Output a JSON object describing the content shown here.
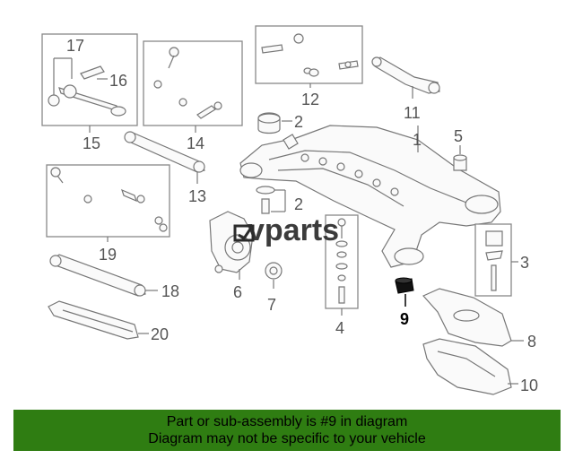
{
  "watermark": "vparts",
  "highlight_part": "9",
  "callouts": {
    "c1": "1",
    "c2a": "2",
    "c2b": "2",
    "c3": "3",
    "c4": "4",
    "c5": "5",
    "c6": "6",
    "c7": "7",
    "c8": "8",
    "c9": "9",
    "c10": "10",
    "c11": "11",
    "c12": "12",
    "c13": "13",
    "c14": "14",
    "c15": "15",
    "c16": "16",
    "c17": "17",
    "c18": "18",
    "c19": "19",
    "c20": "20"
  },
  "footer": {
    "line1": "Part or sub-assembly is #9 in diagram",
    "line2": "Diagram may not be specific to your vehicle"
  },
  "colors": {
    "footer_bg": "#2f7d12",
    "highlight": "#111111"
  }
}
